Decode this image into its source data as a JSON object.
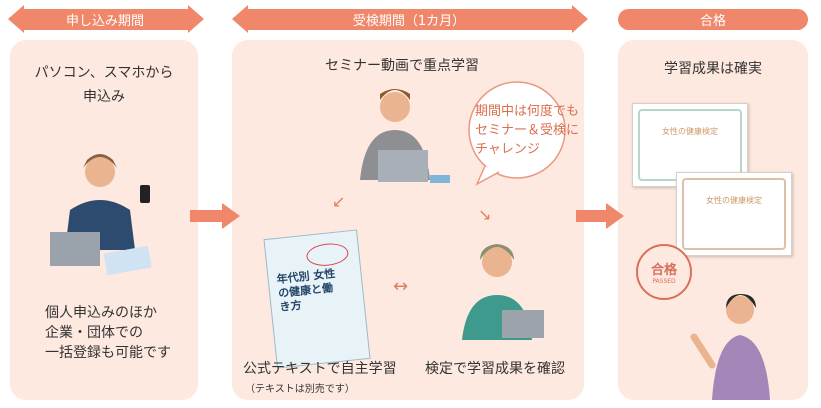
{
  "phases": {
    "apply": "申し込み期間",
    "exam": "受検期間（1カ月）",
    "pass": "合格"
  },
  "left": {
    "title_line1": "パソコン、スマホから",
    "title_line2": "申込み",
    "note_lines": [
      "個人申込みのほか",
      "企業・団体での",
      "一括登録も可能です"
    ]
  },
  "middle": {
    "title": "セミナー動画で重点学習",
    "bubble_lines": [
      "期間中は何度でも",
      "セミナー＆受検に",
      "チャレンジ"
    ],
    "book_title": "年代別 女性の健康と働き方",
    "text_label": "公式テキストで自主学習",
    "text_note": "（テキストは別売です）",
    "exam_label": "検定で学習成果を確認"
  },
  "right": {
    "title": "学習成果は確実",
    "certificate_title": "女性の健康検定",
    "stamp": "合格",
    "stamp_sub": "PASSED"
  },
  "colors": {
    "accent": "#f0876a",
    "panel": "#fde9df"
  }
}
